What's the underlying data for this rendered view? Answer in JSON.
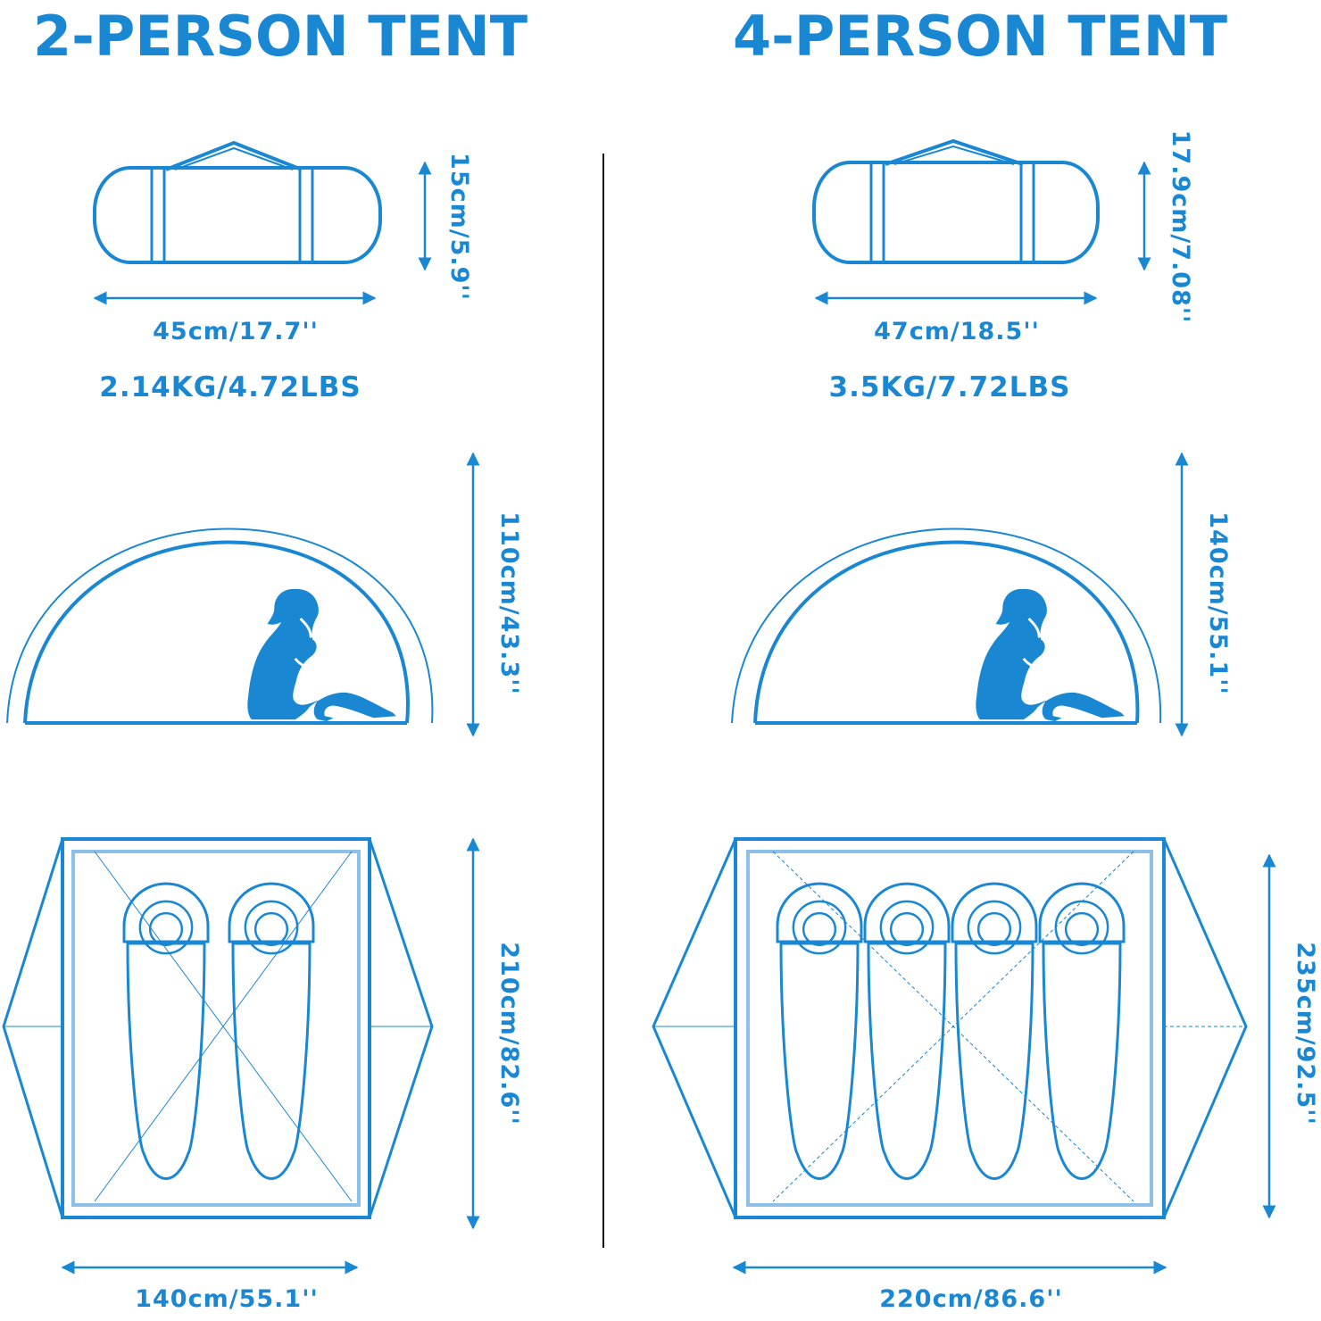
{
  "colors": {
    "primary": "#1a87d3",
    "light": "#8cc0e8",
    "divider": "#111111"
  },
  "left": {
    "title": "2-PERSON TENT",
    "bag_height": "15cm/5.9''",
    "bag_width": "45cm/17.7''",
    "weight": "2.14KG/4.72LBS",
    "tent_height": "110cm/43.3''",
    "floor_length": "210cm/82.6''",
    "floor_width": "140cm/55.1''",
    "sleeping_bags": 2
  },
  "right": {
    "title": "4-PERSON TENT",
    "bag_height": "17.9cm/7.08''",
    "bag_width": "47cm/18.5''",
    "weight": "3.5KG/7.72LBS",
    "tent_height": "140cm/55.1''",
    "floor_length": "235cm/92.5''",
    "floor_width": "220cm/86.6''",
    "sleeping_bags": 4
  }
}
